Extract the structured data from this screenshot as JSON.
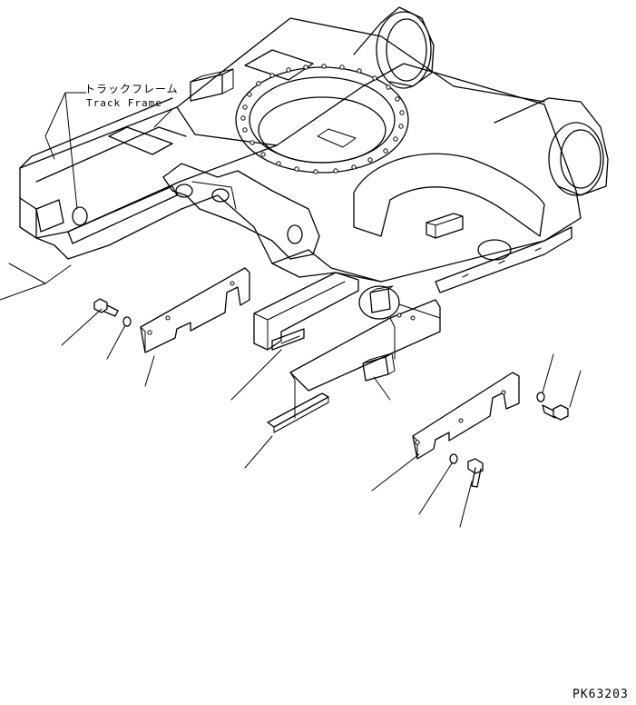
{
  "callout": {
    "label_jp": "トラックフレーム",
    "label_en": "Track Frame"
  },
  "drawing_code": "PK63203"
}
